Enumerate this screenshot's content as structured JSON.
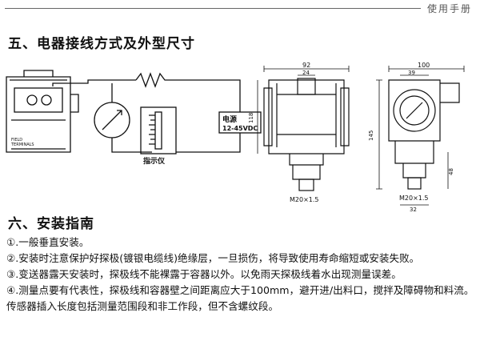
{
  "header": {
    "title": "使用手册"
  },
  "section5": {
    "title": "五、电器接线方式及外型尺寸"
  },
  "section6": {
    "title": "六、安装指南"
  },
  "wiring": {
    "terminal_label_1": "FIELD",
    "terminal_label_2": "TERMINALS",
    "indicator_label": "指示仪",
    "power_label_1": "电源",
    "power_label_2": "12-45VDC"
  },
  "dims_front": {
    "width_total": "92",
    "top_width": "24",
    "height": "118",
    "thread": "M20×1.5"
  },
  "dims_side": {
    "width_total": "100",
    "top_width": "39",
    "height_total": "145",
    "lower_height": "48",
    "thread": "M20×1.5",
    "bottom_width": "32"
  },
  "instructions": [
    "①.一般垂直安装。",
    "②.安装时注意保护好探极(镀银电缆线)绝缘层，一旦损伤，将导致使用寿命缩短或安装失败。",
    "③.变送器露天安装时，探极线不能裸露于容器以外。以免雨天探极线着水出现测量误差。",
    "④.测量点要有代表性，探极线和容器壁之间距离应大于100mm，避开进/出料口，搅拌及障碍物和料流。传感器插入长度包括测量范围段和非工作段，但不含螺纹段。"
  ]
}
